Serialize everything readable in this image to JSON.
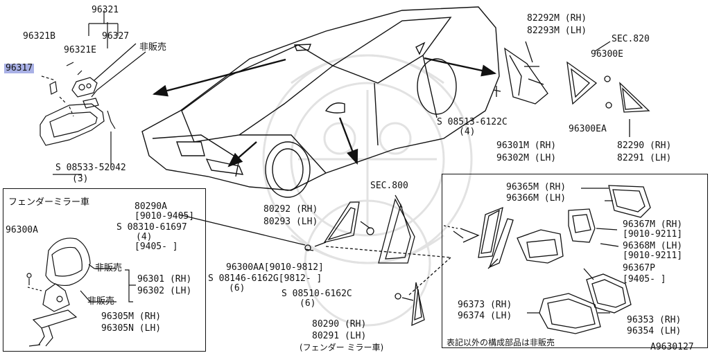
{
  "diagram_code": "A9630127",
  "labels": {
    "p96321": "96321",
    "p96321b": "96321B",
    "p96327": "96327",
    "p96321e": "96321E",
    "not_sold_top": "非販売",
    "p96317": "96317",
    "screw_52042": "S 08533-52042",
    "qty_3": "(3)",
    "p82292m": "82292M (RH)",
    "p82293m": "82293M (LH)",
    "sec820": "SEC.820",
    "p96300e": "96300E",
    "screw_6122c": "S 08513-6122C",
    "qty_4a": "(4)",
    "p96300ea": "96300EA",
    "p82290": "82290 (RH)",
    "p82291": "82291 (LH)",
    "p96301m": "96301M (RH)",
    "p96302m": "96302M (LH)",
    "sec800": "SEC.800",
    "p80290a": "80290A",
    "date_9010_9405": "[9010-9405]",
    "screw_61697": "S 08310-61697",
    "qty_4b": "(4)",
    "date_9405": "[9405-     ]",
    "p80292": "80292 (RH)",
    "p80293": "80293 (LH)",
    "p96300aa": "96300AA[9010-9812]",
    "screw_6162g": "S 08146-6162G[9812-     ]",
    "qty_6a": "(6)",
    "screw_6162c": "S 08510-6162C",
    "qty_6b": "(6)",
    "p80290": "80290 (RH)",
    "p80291": "80291 (LH)",
    "fender_note": "(フェンダー ミラー車)",
    "p96365m": "96365M (RH)",
    "p96366m": "96366M (LH)",
    "p96367m": "96367M (RH)",
    "date_9010_9211a": "[9010-9211]",
    "p96368m": "96368M (LH)",
    "date_9010_9211b": "[9010-9211]",
    "p96367p": "96367P",
    "date_9405b": "[9405-      ]",
    "p96373": "96373 (RH)",
    "p96374": "96374 (LH)",
    "p96353": "96353 (RH)",
    "p96354": "96354 (LH)",
    "unsold_note": "表記以外の構成部品は非販売"
  },
  "fender_box": {
    "title": "フェンダーミラー車",
    "p96300a": "96300A",
    "not_sold_1": "非販売",
    "not_sold_2": "非販売",
    "p96301": "96301 (RH)",
    "p96302": "96302 (LH)",
    "p96305m": "96305M (RH)",
    "p96305n": "96305N (LH)"
  },
  "colors": {
    "ink": "#111111",
    "highlight": "#a9b1e6",
    "watermark": "#e4e4e4"
  }
}
